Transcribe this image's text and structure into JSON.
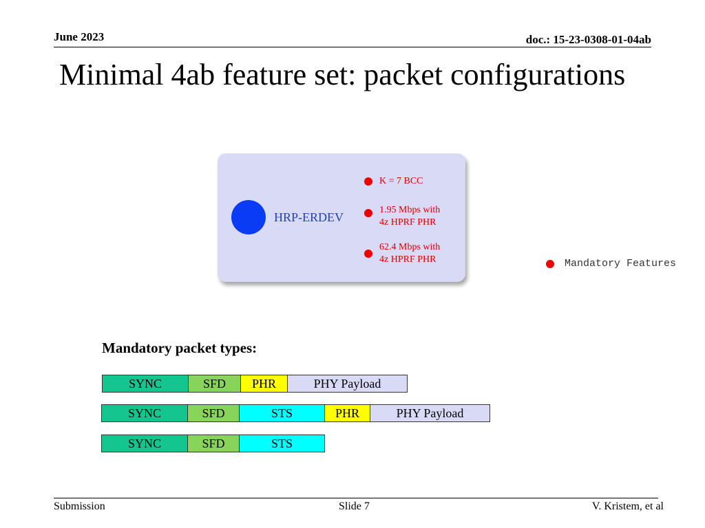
{
  "header": {
    "date": "June 2023",
    "doc": "doc.: 15-23-0308-01-04ab"
  },
  "slide_title": "Minimal 4ab feature set: packet configurations",
  "feature_card": {
    "label": "HRP-ERDEV",
    "features": [
      {
        "lines": [
          "K = 7 BCC"
        ]
      },
      {
        "lines": [
          "1.95 Mbps with",
          "4z HPRF PHR"
        ]
      },
      {
        "lines": [
          "62.4 Mbps with",
          "4z HPRF PHR"
        ]
      }
    ]
  },
  "legend": {
    "label": "Mandatory Features"
  },
  "packets_title": "Mandatory packet types:",
  "packets": [
    {
      "fields": [
        "SYNC",
        "SFD",
        "PHR",
        "PHY Payload"
      ]
    },
    {
      "fields": [
        "SYNC",
        "SFD",
        "STS",
        "PHR",
        "PHY Payload"
      ]
    },
    {
      "fields": [
        "SYNC",
        "SFD",
        "STS"
      ]
    }
  ],
  "footer": {
    "left": "Submission",
    "center": "Slide 7",
    "right": "V. Kristem, et al"
  },
  "colors": {
    "sync": "#14c58f",
    "sfd": "#88d45a",
    "phr": "#ffff00",
    "sts": "#00ffff",
    "payload": "#d9dbf6",
    "card": "#d9dbf6",
    "big_dot": "#0a3cf5",
    "feature_dot": "#ee0000"
  }
}
